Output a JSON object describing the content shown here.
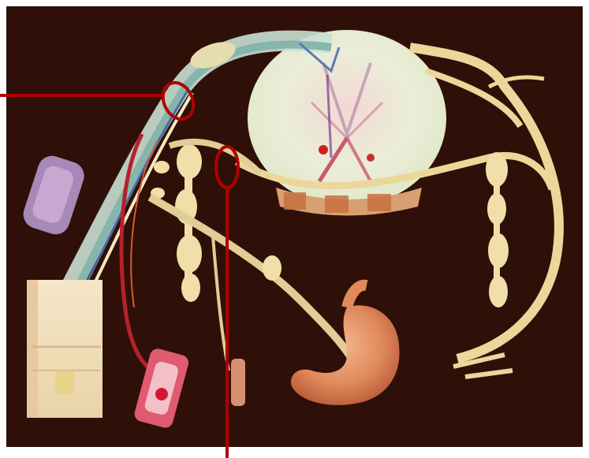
{
  "image": {
    "subject": "spinal-cord-visceral-reflex-pathway-illustration",
    "background_color": "#2a0e08",
    "spinal_cord_color": "#e9ecd8",
    "nerve_color": "#ecd79a",
    "ganglion_color": "#f0dfa8",
    "stomach_color": "#e08a5c",
    "vessel_color": "#b8202a",
    "annotation_color": "#b00000"
  },
  "annotations": [
    {
      "kind": "callout-circle-with-leader",
      "target": "dorsal-root",
      "leader_direction": "left"
    },
    {
      "kind": "callout-circle-with-leader",
      "target": "ventral-root",
      "leader_direction": "down"
    }
  ]
}
